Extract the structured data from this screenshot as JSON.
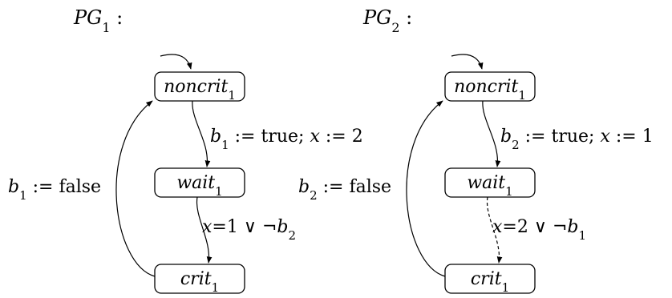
{
  "diagram": {
    "graphs": [
      {
        "title": {
          "main": "PG",
          "sub": "1",
          "suffix": " :"
        },
        "nodes": {
          "noncrit": {
            "main": "noncrit",
            "sub": "1"
          },
          "wait": {
            "main": "wait",
            "sub": "1"
          },
          "crit": {
            "main": "crit",
            "sub": "1"
          }
        },
        "edges": {
          "noncrit_to_wait": {
            "b": "b",
            "b_sub": "1",
            "assign1": " := true; ",
            "x": "x",
            "assign2": " := 2"
          },
          "wait_to_crit": {
            "x": "x",
            "guard": "=1 ∨ ¬",
            "b": "b",
            "b_sub": "2",
            "style": "solid"
          },
          "crit_to_noncrit": {
            "b": "b",
            "b_sub": "1",
            "assign": " := false"
          }
        }
      },
      {
        "title": {
          "main": "PG",
          "sub": "2",
          "suffix": " :"
        },
        "nodes": {
          "noncrit": {
            "main": "noncrit",
            "sub": "1"
          },
          "wait": {
            "main": "wait",
            "sub": "1"
          },
          "crit": {
            "main": "crit",
            "sub": "1"
          }
        },
        "edges": {
          "noncrit_to_wait": {
            "b": "b",
            "b_sub": "2",
            "assign1": " := true; ",
            "x": "x",
            "assign2": " := 1"
          },
          "wait_to_crit": {
            "x": "x",
            "guard": "=2 ∨ ¬",
            "b": "b",
            "b_sub": "1",
            "style": "dashed"
          },
          "crit_to_noncrit": {
            "b": "b",
            "b_sub": "2",
            "assign": " := false"
          }
        }
      }
    ]
  }
}
